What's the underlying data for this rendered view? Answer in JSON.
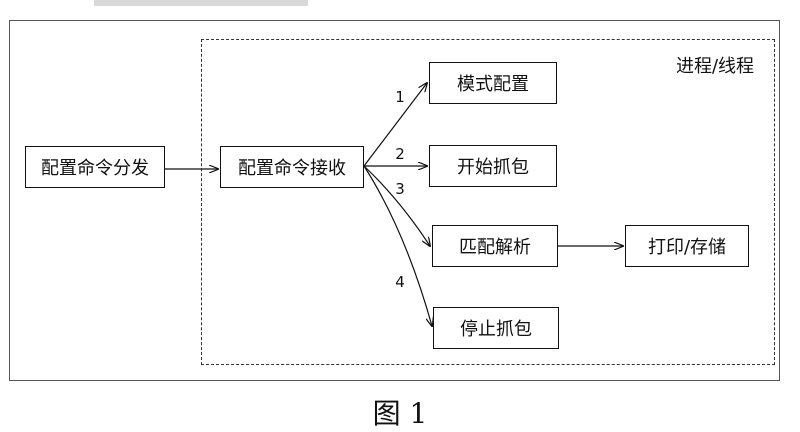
{
  "diagram": {
    "region_label": "进程/线程",
    "caption": "图 1",
    "nodes": {
      "dispatch": "配置命令分发",
      "receive": "配置命令接收",
      "mode_config": "模式配置",
      "start_capture": "开始抓包",
      "match_parse": "匹配解析",
      "stop_capture": "停止抓包",
      "print_store": "打印/存储"
    },
    "edge_labels": [
      "1",
      "2",
      "3",
      "4"
    ],
    "colors": {
      "line": "#111111",
      "border": "#555555",
      "background": "#ffffff"
    }
  }
}
